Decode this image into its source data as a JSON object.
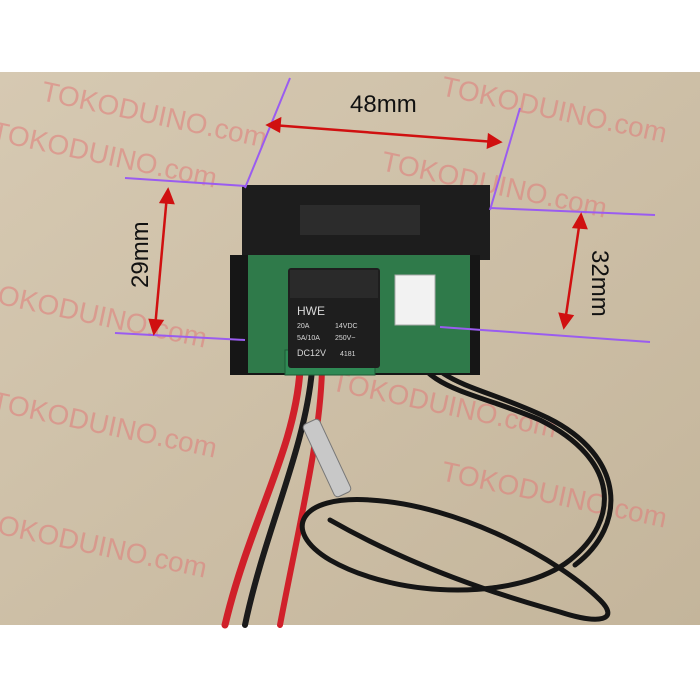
{
  "watermark": "TOKODUINO.com",
  "dimensions": {
    "width": "48mm",
    "height_front": "29mm",
    "height_back": "32mm"
  },
  "relay": {
    "brand": "HWE",
    "line1_left": "20A",
    "line1_right": "14VDC",
    "line2_left": "5A/10A",
    "line2_right": "250V~",
    "line3_left": "DC12V",
    "line3_right": "4181"
  },
  "colors": {
    "annotation_line": "#9a5cf0",
    "arrow": "#d01010",
    "background": "#cdbfa6",
    "watermark": "#e07a78"
  }
}
